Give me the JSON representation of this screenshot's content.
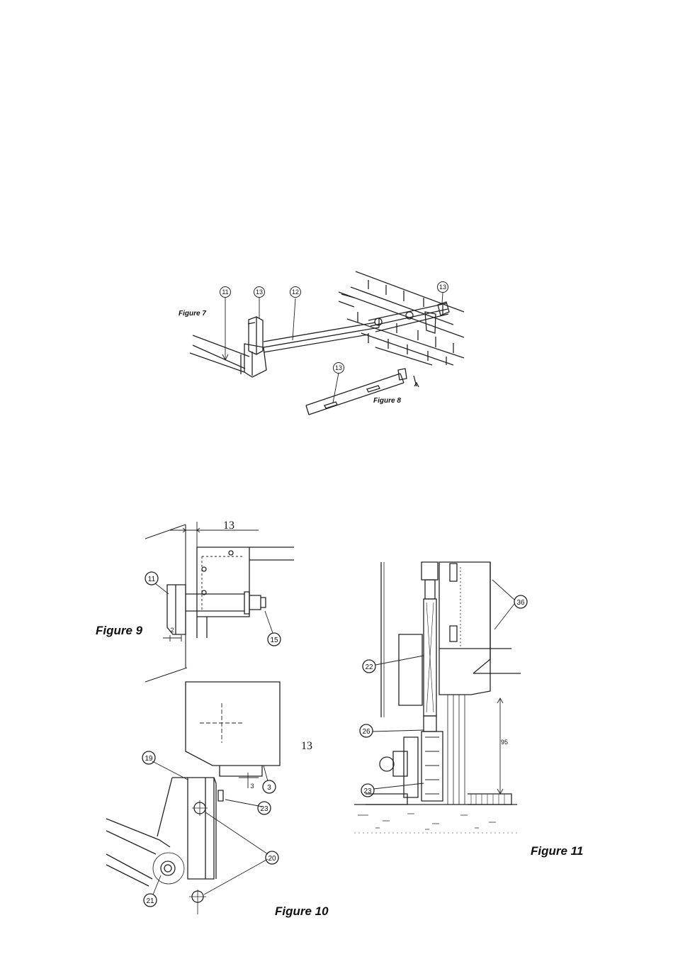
{
  "figures": {
    "fig7": {
      "caption": "Figure 7",
      "callouts": [
        "11",
        "13",
        "12",
        "13"
      ]
    },
    "fig8": {
      "caption": "Figure 8",
      "callouts": [
        "13"
      ]
    },
    "fig9": {
      "caption": "Figure 9",
      "dimension": "13",
      "small_dim": "2",
      "callouts": [
        "11",
        "15"
      ]
    },
    "fig10": {
      "caption": "Figure 10",
      "side_note": "13",
      "small_dim": "3",
      "callouts": [
        "19",
        "3",
        "23",
        "20",
        "21"
      ]
    },
    "fig11": {
      "caption": "Figure 11",
      "dimension": "95",
      "callouts": [
        "36",
        "22",
        "26",
        "23"
      ]
    }
  }
}
